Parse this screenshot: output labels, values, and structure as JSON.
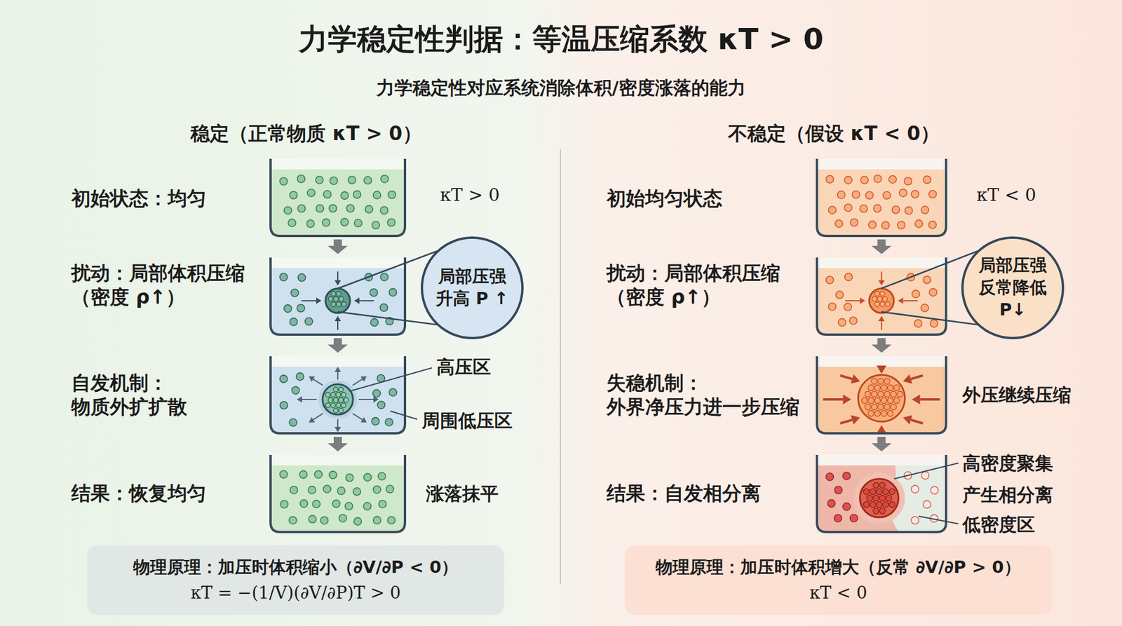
{
  "diagram": {
    "title": "力学稳定性判据：等温压缩系数 κT > 0",
    "nodes": [
      {
        "text": [
          "局部压强升高 P ↑"
        ]
      },
      {
        "text": [
          "物理原理：加压时体积缩小（∂V/∂P < 0）",
          "κT = −(1/V)(∂V/∂P)T > 0"
        ]
      },
      {
        "text": [
          "局部压强反常降低 P↓"
        ]
      },
      {
        "text": [
          "物理原理：加压时体积增大（反常 ∂V/∂P > 0）",
          "κT < 0"
        ]
      }
    ],
    "labels": [
      "力学稳定性对应系统消除体积/密度涨落的能力",
      "稳定（正常物质 κT > 0）",
      "不稳定（假设 κT < 0）",
      "初始状态：均匀",
      "κT > 0",
      "扰动：局部体积压缩 （密度 ρ↑）",
      "自发机制： 物质外扩扩散",
      "高压区",
      "周围低压区",
      "结果：恢复均匀",
      "涨落抹平",
      "初始均匀状态",
      "κT < 0",
      "扰动：局部体积压缩 （密度 ρ↑）",
      "失稳机制： 外界净压力进一步压缩",
      "外压继续压缩",
      "结果：自发相分离",
      "高密度聚集",
      "产生相分离",
      "低密度区"
    ]
  }
}
